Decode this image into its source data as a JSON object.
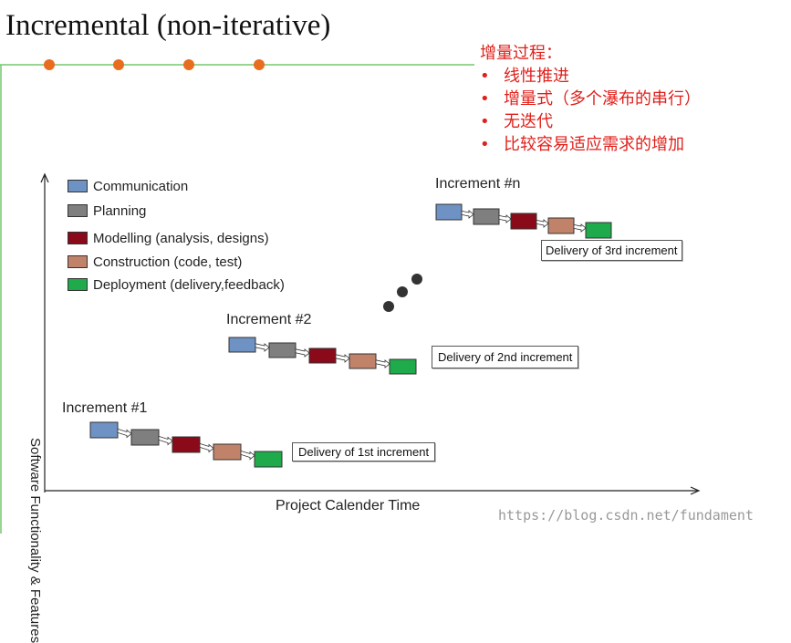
{
  "title": "Incremental (non-iterative)",
  "notes": {
    "heading": "增量过程：",
    "items": [
      "线性推进",
      "增量式（多个瀑布的串行）",
      "无迭代",
      "比较容易适应需求的增加"
    ]
  },
  "legend": [
    {
      "label": "Communication",
      "color": "#6f92c4"
    },
    {
      "label": "Planning",
      "color": "#7f7f7f"
    },
    {
      "label": "Modelling (analysis, designs)",
      "color": "#8b0a1a"
    },
    {
      "label": "Construction (code, test)",
      "color": "#c0836a"
    },
    {
      "label": "Deployment (delivery,feedback)",
      "color": "#1faa4b"
    }
  ],
  "increments": [
    {
      "label": "Increment #1",
      "delivery": "Delivery of 1st increment"
    },
    {
      "label": "Increment #2",
      "delivery": "Delivery of 2nd increment"
    },
    {
      "label": "Increment #n",
      "delivery": "Delivery of 3rd increment"
    }
  ],
  "axes": {
    "y_label": "Software Functionality & Features",
    "x_label": "Project Calender Time"
  },
  "watermark": "https://blog.csdn.net/fundament",
  "colors": {
    "title_line": "#77c66f",
    "title_dots": "#e86d1f",
    "notes_text": "#e0201b"
  }
}
